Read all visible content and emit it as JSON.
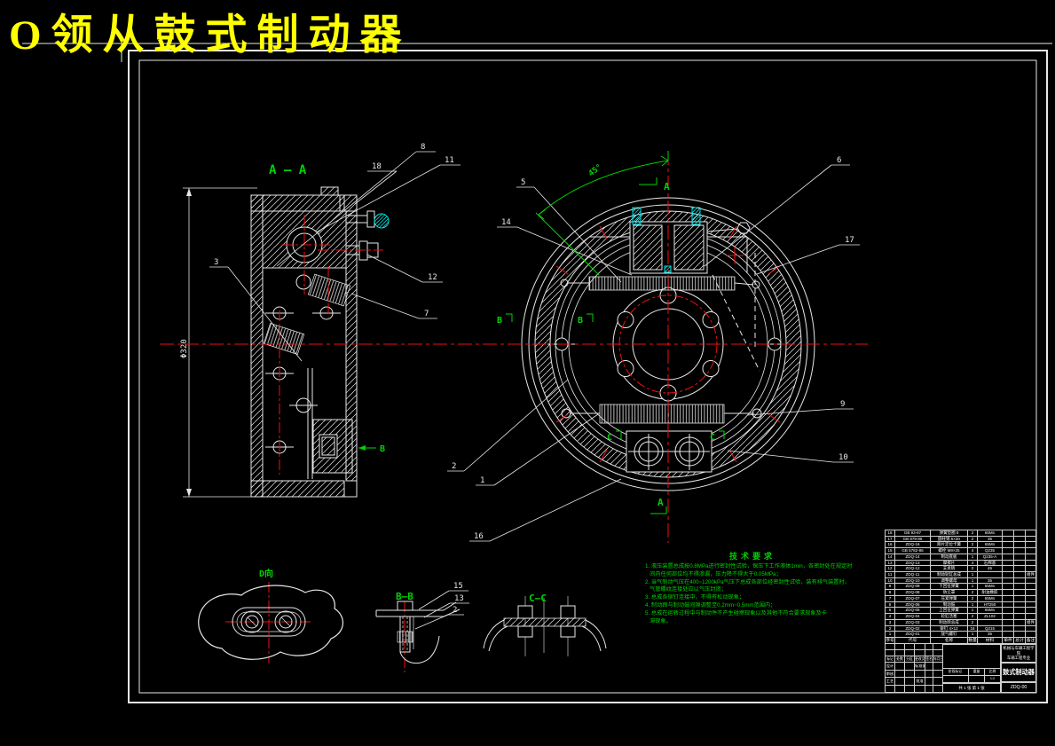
{
  "title": "O领从鼓式制动器",
  "colors": {
    "background": "#000000",
    "line": "#ffffff",
    "centerline_red": "#ee1111",
    "annotation_green": "#00d400",
    "highlight_cyan": "#00e0e0",
    "title_yellow": "#ffff00"
  },
  "annotations": {
    "section_aa_label": "A — A",
    "dim_aa": "Φ320",
    "angle_dim": "45°",
    "view_b_arrow": "B",
    "mark_a_top": "A",
    "mark_a_bottom": "A",
    "mark_b_left": "B",
    "mark_b_right": "B",
    "mark_c_left": "C",
    "mark_c_right": "C",
    "view_d_label": "D向",
    "section_bb_label": "B—B",
    "section_cc_label": "C—C"
  },
  "balloons": {
    "n1": "1",
    "n2": "2",
    "n2b": "2",
    "n3": "3",
    "n5": "5",
    "n6": "6",
    "n7": "7",
    "n8": "8",
    "n9": "9",
    "n10": "10",
    "n11": "11",
    "n12": "12",
    "n13": "13",
    "n14": "14",
    "n15": "15",
    "n16": "16",
    "n17": "17",
    "n18": "18"
  },
  "tech_notes": {
    "title": "技术要求",
    "lines": [
      "1. 液压装置总成按0.8MPa进行密封性试验，保压下工作液体1min，各密封处在规定时",
      "   间内任何部位均不得渗漏，压力降不得大于0.05MPa；",
      "2. 当气制动气压在400~1200kPa气压下总成各部位经密封性试验，装有排气装置时，",
      "   气管螺纹连接处应以气压封闭；",
      "3. 总成各铆钉连接中，不得有松动现象；",
      "4. 制动蹄与制动鼓间隙调整至0.2mm~0.5mm范围内；",
      "5. 总成在运转过程中与制动件不产生碰擦现象以及其他不符合要求现象及卡",
      "   滞现象。"
    ]
  },
  "bom": {
    "headers": [
      "序号",
      "代号",
      "名称",
      "数量",
      "材料",
      "单件",
      "总计",
      "备注"
    ],
    "rows": [
      [
        "18",
        "GB 93-87",
        "弹簧垫圈 8",
        "2",
        "65Mn",
        "",
        "",
        ""
      ],
      [
        "17",
        "GB 879-86",
        "圆柱销 5×30",
        "2",
        "35",
        "",
        "",
        ""
      ],
      [
        "16",
        "ZDQ-16",
        "蹄片定位卡簧",
        "2",
        "65Mn",
        "",
        "",
        ""
      ],
      [
        "15",
        "GB 5782-86",
        "螺栓 M8×25",
        "4",
        "Q235",
        "",
        "",
        ""
      ],
      [
        "14",
        "ZDQ-14",
        "制动底板",
        "1",
        "Q235-A",
        "",
        "",
        ""
      ],
      [
        "13",
        "ZDQ-13",
        "摩擦片",
        "4",
        "石棉基",
        "",
        "",
        ""
      ],
      [
        "12",
        "ZDQ-12",
        "支承销",
        "2",
        "45",
        "",
        "",
        ""
      ],
      [
        "11",
        "ZDQ-11",
        "制动轮缸总成",
        "1",
        "",
        "",
        "",
        "组件"
      ],
      [
        "10",
        "ZDQ-10",
        "调整螺母",
        "1",
        "35",
        "",
        "",
        ""
      ],
      [
        "9",
        "ZDQ-09",
        "下回位弹簧",
        "1",
        "65Mn",
        "",
        "",
        ""
      ],
      [
        "8",
        "ZDQ-08",
        "防尘罩",
        "2",
        "耐油橡胶",
        "",
        "",
        ""
      ],
      [
        "7",
        "ZDQ-07",
        "压紧弹簧",
        "2",
        "65Mn",
        "",
        "",
        ""
      ],
      [
        "6",
        "ZDQ-06",
        "制动鼓",
        "1",
        "HT250",
        "",
        "",
        ""
      ],
      [
        "5",
        "ZDQ-05",
        "上回位弹簧",
        "1",
        "65Mn",
        "",
        "",
        ""
      ],
      [
        "4",
        "ZDQ-04",
        "轮缸活塞",
        "2",
        "ZL102",
        "",
        "",
        ""
      ],
      [
        "3",
        "ZDQ-03",
        "制动蹄总成",
        "2",
        "",
        "",
        "",
        "组件"
      ],
      [
        "2",
        "ZDQ-02",
        "铆钉 4×12",
        "16",
        "Q215",
        "",
        "",
        ""
      ],
      [
        "1",
        "ZDQ-01",
        "放气螺钉",
        "1",
        "35",
        "",
        "",
        ""
      ]
    ]
  },
  "title_block": {
    "revision_rows": [
      [
        "",
        "",
        "",
        "",
        "",
        ""
      ],
      [
        "",
        "",
        "",
        "",
        "",
        ""
      ],
      [
        "标记",
        "处数",
        "分区",
        "更改文件号",
        "签名",
        "年月日"
      ]
    ],
    "sig_rows": [
      [
        "设计",
        "",
        "",
        "标准化",
        "",
        ""
      ],
      [
        "审核",
        "",
        "",
        "",
        "",
        ""
      ],
      [
        "工艺",
        "",
        "",
        "批准",
        "",
        ""
      ],
      [
        "",
        "",
        "",
        "",
        "",
        ""
      ]
    ],
    "stage_rows": [
      [
        "阶段标记",
        "重量",
        "比例"
      ]
    ],
    "stage_value_rows": [
      [
        "",
        "",
        "1:2"
      ]
    ],
    "sheet_info": "共 1 张 第 1 张",
    "org_line1": "机械与车辆工程学院",
    "org_line2": "车辆工程专业",
    "drawing_title": "鼓式制动器",
    "drawing_no": "ZDQ-00"
  }
}
